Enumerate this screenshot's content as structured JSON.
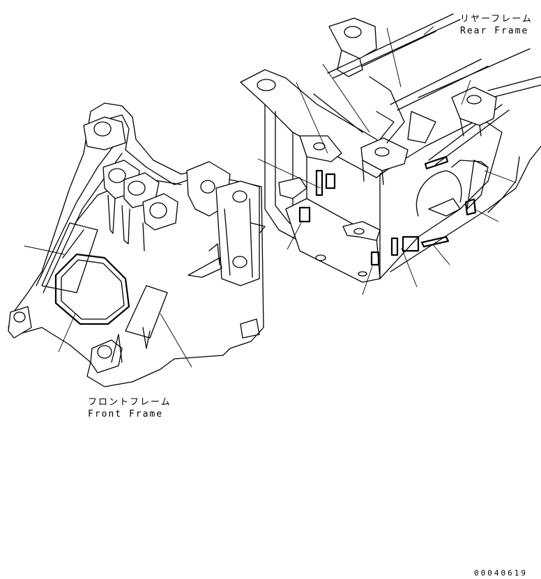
{
  "labels": {
    "rear_frame_jp": "リヤーフレーム",
    "rear_frame_en": "Rear Frame",
    "front_frame_jp": "フロントフレーム",
    "front_frame_en": "Front Frame",
    "drawing_number": "00040619"
  }
}
